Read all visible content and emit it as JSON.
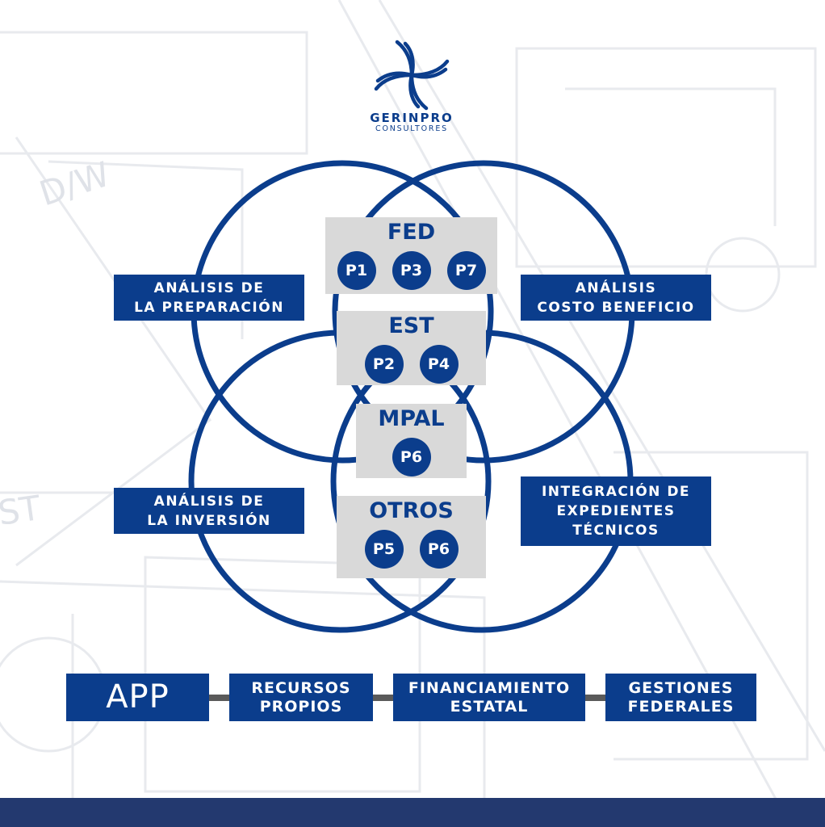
{
  "colors": {
    "primary": "#0b3d8c",
    "panel": "#d9d9d9",
    "connector": "#5a5a5a",
    "footer": "#23396f"
  },
  "logo": {
    "brand": "GERINPRO",
    "tagline": "CONSULTORES"
  },
  "venn": {
    "labels": [
      {
        "key": "top_left",
        "lines": [
          "ANÁLISIS DE",
          "LA PREPARACIÓN"
        ]
      },
      {
        "key": "top_right",
        "lines": [
          "ANÁLISIS",
          "COSTO BENEFICIO"
        ]
      },
      {
        "key": "bottom_left",
        "lines": [
          "ANÁLISIS DE",
          "LA INVERSIÓN"
        ]
      },
      {
        "key": "bottom_right",
        "lines": [
          "INTEGRACIÓN DE",
          "EXPEDIENTES",
          "TÉCNICOS"
        ]
      }
    ],
    "groups": [
      {
        "title": "FED",
        "badges": [
          "P1",
          "P3",
          "P7"
        ]
      },
      {
        "title": "EST",
        "badges": [
          "P2",
          "P4"
        ]
      },
      {
        "title": "MPAL",
        "badges": [
          "P6"
        ]
      },
      {
        "title": "OTROS",
        "badges": [
          "P5",
          "P6"
        ]
      }
    ]
  },
  "flow": [
    {
      "lines": [
        "APP"
      ]
    },
    {
      "lines": [
        "RECURSOS",
        "PROPIOS"
      ]
    },
    {
      "lines": [
        "FINANCIAMIENTO",
        "ESTATAL"
      ]
    },
    {
      "lines": [
        "GESTIONES",
        "FEDERALES"
      ]
    }
  ]
}
